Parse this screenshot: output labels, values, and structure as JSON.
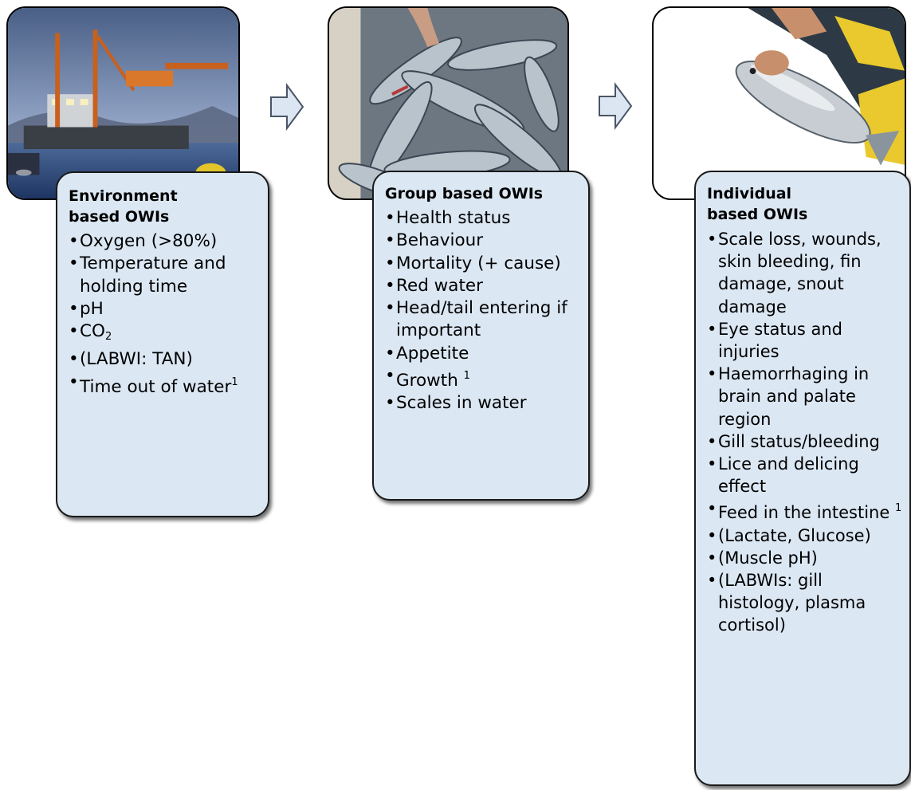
{
  "stages": [
    {
      "id": "env",
      "photo": "fish-farm-vessel-photo",
      "title": "Environment based OWIs",
      "items": [
        {
          "text": "Oxygen (>80%)"
        },
        {
          "text": "Temperature and holding time"
        },
        {
          "text": "pH"
        },
        {
          "text": "CO",
          "sub": "2"
        },
        {
          "text": "(LABWI: TAN)"
        },
        {
          "text": "Time out of water",
          "sup": "1"
        }
      ]
    },
    {
      "id": "group",
      "photo": "salmon-group-photo",
      "title": "Group based OWIs",
      "items": [
        {
          "text": "Health status"
        },
        {
          "text": "Behaviour"
        },
        {
          "text": "Mortality (+ cause)"
        },
        {
          "text": "Red water"
        },
        {
          "text": "Head/tail entering if important"
        },
        {
          "text": "Appetite"
        },
        {
          "text": "Growth ",
          "sup": "1"
        },
        {
          "text": "Scales in water"
        }
      ]
    },
    {
      "id": "indiv",
      "photo": "individual-salmon-photo",
      "title": "Individual based OWIs",
      "items": [
        {
          "text": "Scale loss, wounds, skin bleeding, fin damage, snout damage"
        },
        {
          "text": "Eye status and injuries"
        },
        {
          "text": "Haemorrhaging in brain and palate region"
        },
        {
          "text": "Gill status/bleeding"
        },
        {
          "text": "Lice and delicing effect"
        },
        {
          "text": "Feed in the intestine ",
          "sup": "1"
        },
        {
          "text": "(Lactate, Glucose)"
        },
        {
          "text": "(Muscle pH)"
        },
        {
          "text": "(LABWIs: gill histology, plasma cortisol)"
        }
      ]
    }
  ],
  "bullet": "•",
  "arrows": [
    "arrow-right-icon",
    "arrow-right-icon"
  ],
  "colors": {
    "card_fill": "#dbe7f3",
    "card_border": "#1a1a1a",
    "arrow_fill": "#dce6f2",
    "arrow_border": "#4a5566"
  }
}
